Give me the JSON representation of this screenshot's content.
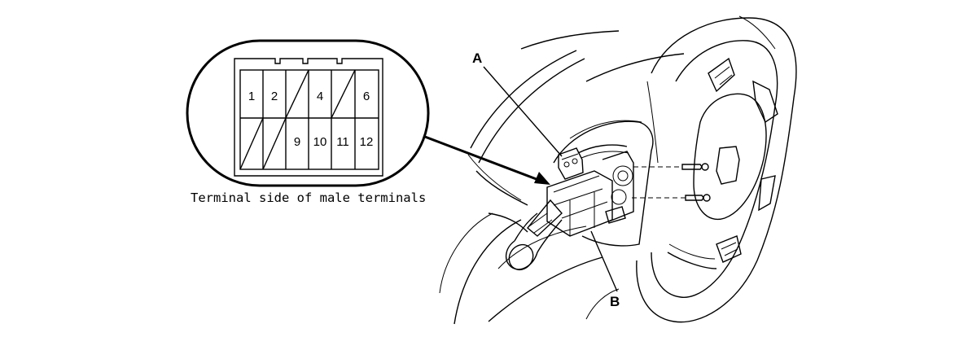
{
  "connector": {
    "top_row": [
      "1",
      "2",
      "",
      "4",
      "",
      "6"
    ],
    "bottom_row": [
      "",
      "",
      "9",
      "10",
      "11",
      "12"
    ]
  },
  "caption": "Terminal side of male terminals",
  "callouts": {
    "a": "A",
    "b": "B"
  }
}
